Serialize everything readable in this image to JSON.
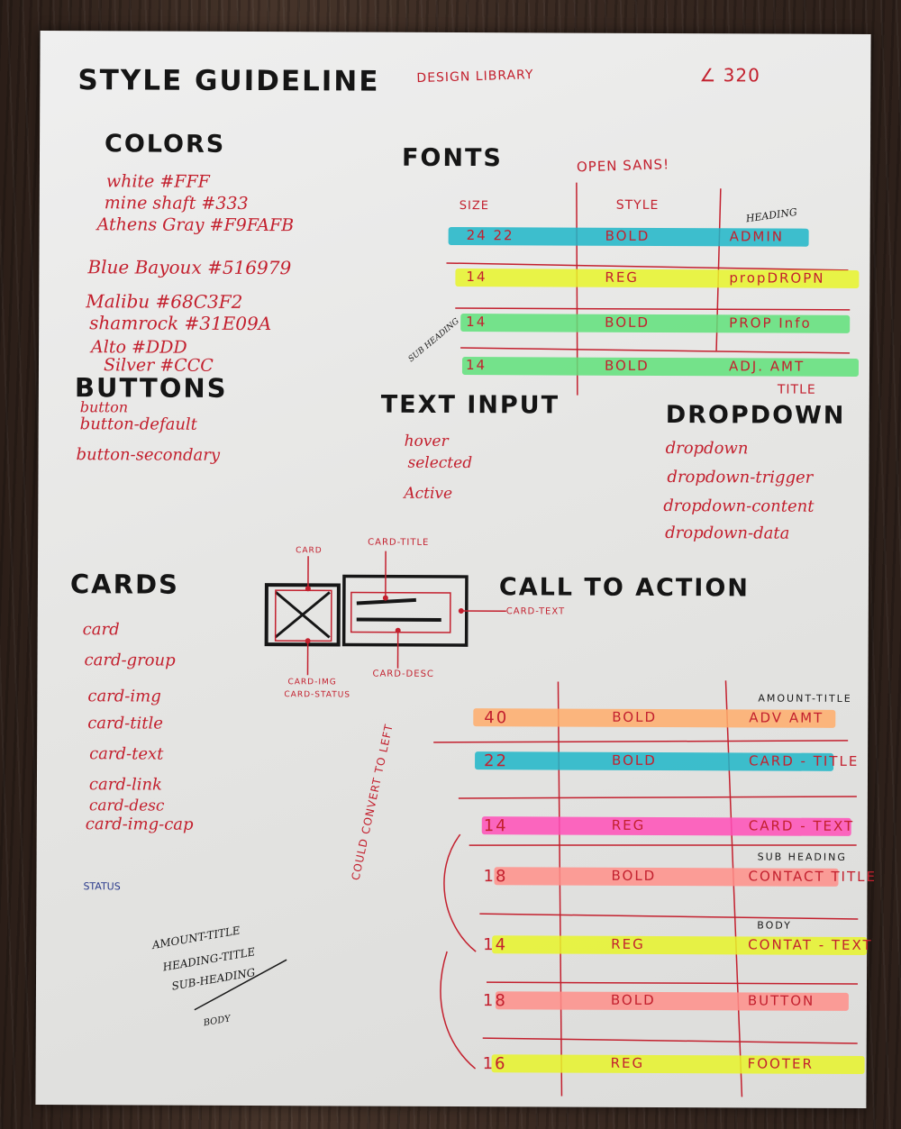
{
  "header": {
    "title": "STYLE GUIDELINE",
    "subtitle": "DESIGN LIBRARY",
    "corner_note": "∠ 320"
  },
  "colors": {
    "heading": "COLORS",
    "items": [
      "white #FFF",
      "mine shaft #333",
      "Athens Gray #F9FAFB",
      "Blue Bayoux #516979",
      "Malibu #68C3F2",
      "shamrock #31E09A",
      "Alto #DDD",
      "Silver #CCC"
    ]
  },
  "fonts": {
    "heading": "FONTS",
    "family_note": "OPEN SANS!",
    "col_size": "SIZE",
    "col_style": "STYLE",
    "col_heading_note": "HEADING",
    "side_note": "SUB HEADING",
    "rows": [
      {
        "size": "24 22",
        "style": "BOLD",
        "use": "ADMIN",
        "color": "#1fb6c8"
      },
      {
        "size": "14",
        "style": "REG",
        "use": "propDROPN",
        "color": "#e8f52a"
      },
      {
        "size": "14",
        "style": "BOLD",
        "use": "PROP Info",
        "color": "#5fe07a"
      },
      {
        "size": "14",
        "style": "BOLD",
        "use": "ADJ. AMT",
        "color": "#5fe07a"
      }
    ],
    "title_note": "TITLE"
  },
  "buttons": {
    "heading": "BUTTONS",
    "items": [
      "button",
      "button-default",
      "button-secondary"
    ]
  },
  "text_input": {
    "heading": "TEXT INPUT",
    "items": [
      "hover",
      "selected",
      "Active"
    ]
  },
  "dropdown": {
    "heading": "DROPDOWN",
    "items": [
      "dropdown",
      "dropdown-trigger",
      "dropdown-content",
      "dropdown-data"
    ]
  },
  "cards": {
    "heading": "CARDS",
    "items": [
      "card",
      "card-group",
      "card-img",
      "card-title",
      "card-text",
      "card-link",
      "card-desc",
      "card-img-cap"
    ]
  },
  "card_diagram": {
    "label_card": "CARD",
    "label_title": "CARD-TITLE",
    "label_text": "CARD-TEXT",
    "label_img": "CARD-IMG",
    "label_status": "CARD-STATUS",
    "label_desc": "CARD-DESC"
  },
  "cta": {
    "heading": "CALL TO ACTION",
    "side_note": "COULD CONVERT TO LEFT",
    "rows": [
      {
        "size": "40",
        "style": "BOLD",
        "use": "ADV AMT",
        "note": "AMOUNT-TITLE",
        "color": "#ffad6b"
      },
      {
        "size": "22",
        "style": "BOLD",
        "use": "CARD - TITLE",
        "note": "",
        "color": "#1fb6c8"
      },
      {
        "size": "14",
        "style": "REG",
        "use": "CARD - TEXT",
        "note": "",
        "color": "#ff4fb8"
      },
      {
        "size": "18",
        "style": "BOLD",
        "use": "CONTACT TITLE",
        "note": "SUB HEADING",
        "color": "#ff8f8a"
      },
      {
        "size": "14",
        "style": "REG",
        "use": "CONTAT - TEXT",
        "note": "BODY",
        "color": "#e8f52a"
      },
      {
        "size": "18",
        "style": "BOLD",
        "use": "BUTTON",
        "note": "",
        "color": "#ff8f8a"
      },
      {
        "size": "16",
        "style": "REG",
        "use": "FOOTER",
        "note": "",
        "color": "#e8f52a"
      }
    ]
  },
  "status": {
    "label": "STATUS",
    "hierarchy": [
      "AMOUNT-TITLE",
      "HEADING-TITLE",
      "SUB-HEADING",
      "BODY"
    ]
  }
}
